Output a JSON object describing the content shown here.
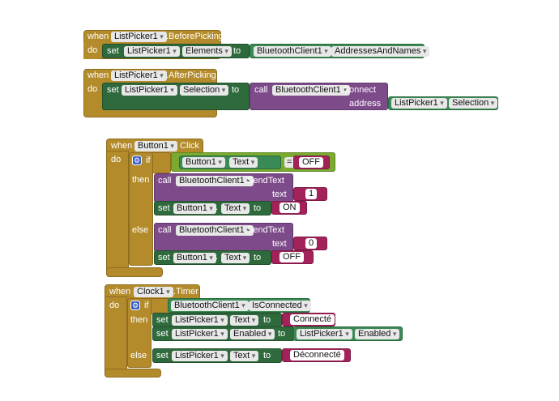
{
  "kw": {
    "when": "when",
    "do": "do",
    "set": "set",
    "to": "to",
    "call": "call",
    "if": "if",
    "then": "then",
    "else": "else",
    "address": "address",
    "text": "text",
    "dot": "."
  },
  "b1": {
    "component": "ListPicker1",
    "event": ".BeforePicking",
    "set_comp": "ListPicker1",
    "set_prop": "Elements",
    "get_comp": "BluetoothClient1",
    "get_prop": "AddressesAndNames"
  },
  "b2": {
    "component": "ListPicker1",
    "event": ".AfterPicking",
    "set_comp": "ListPicker1",
    "set_prop": "Selection",
    "call_comp": "BluetoothClient1",
    "call_method": ".Connect",
    "arg_comp": "ListPicker1",
    "arg_prop": "Selection"
  },
  "b3": {
    "component": "Button1",
    "event": "Click",
    "cmp_comp": "Button1",
    "cmp_prop": "Text",
    "op": "=",
    "cmp_val": "OFF",
    "then_call_comp": "BluetoothClient1",
    "then_call_method": ".SendText",
    "then_text": "1",
    "then_set_comp": "Button1",
    "then_set_prop": "Text",
    "then_set_val": "ON",
    "else_call_comp": "BluetoothClient1",
    "else_call_method": ".SendText",
    "else_text": "0",
    "else_set_comp": "Button1",
    "else_set_prop": "Text",
    "else_set_val": "OFF"
  },
  "b4": {
    "component": "Clock1",
    "event": ".Timer",
    "cond_comp": "BluetoothClient1",
    "cond_prop": "IsConnected",
    "t1_comp": "ListPicker1",
    "t1_prop": "Text",
    "t1_val": "Connecté",
    "t2_comp": "ListPicker1",
    "t2_prop": "Enabled",
    "t2_get_comp": "ListPicker1",
    "t2_get_prop": "Enabled",
    "e1_comp": "ListPicker1",
    "e1_prop": "Text",
    "e1_val": "Déconnecté"
  }
}
